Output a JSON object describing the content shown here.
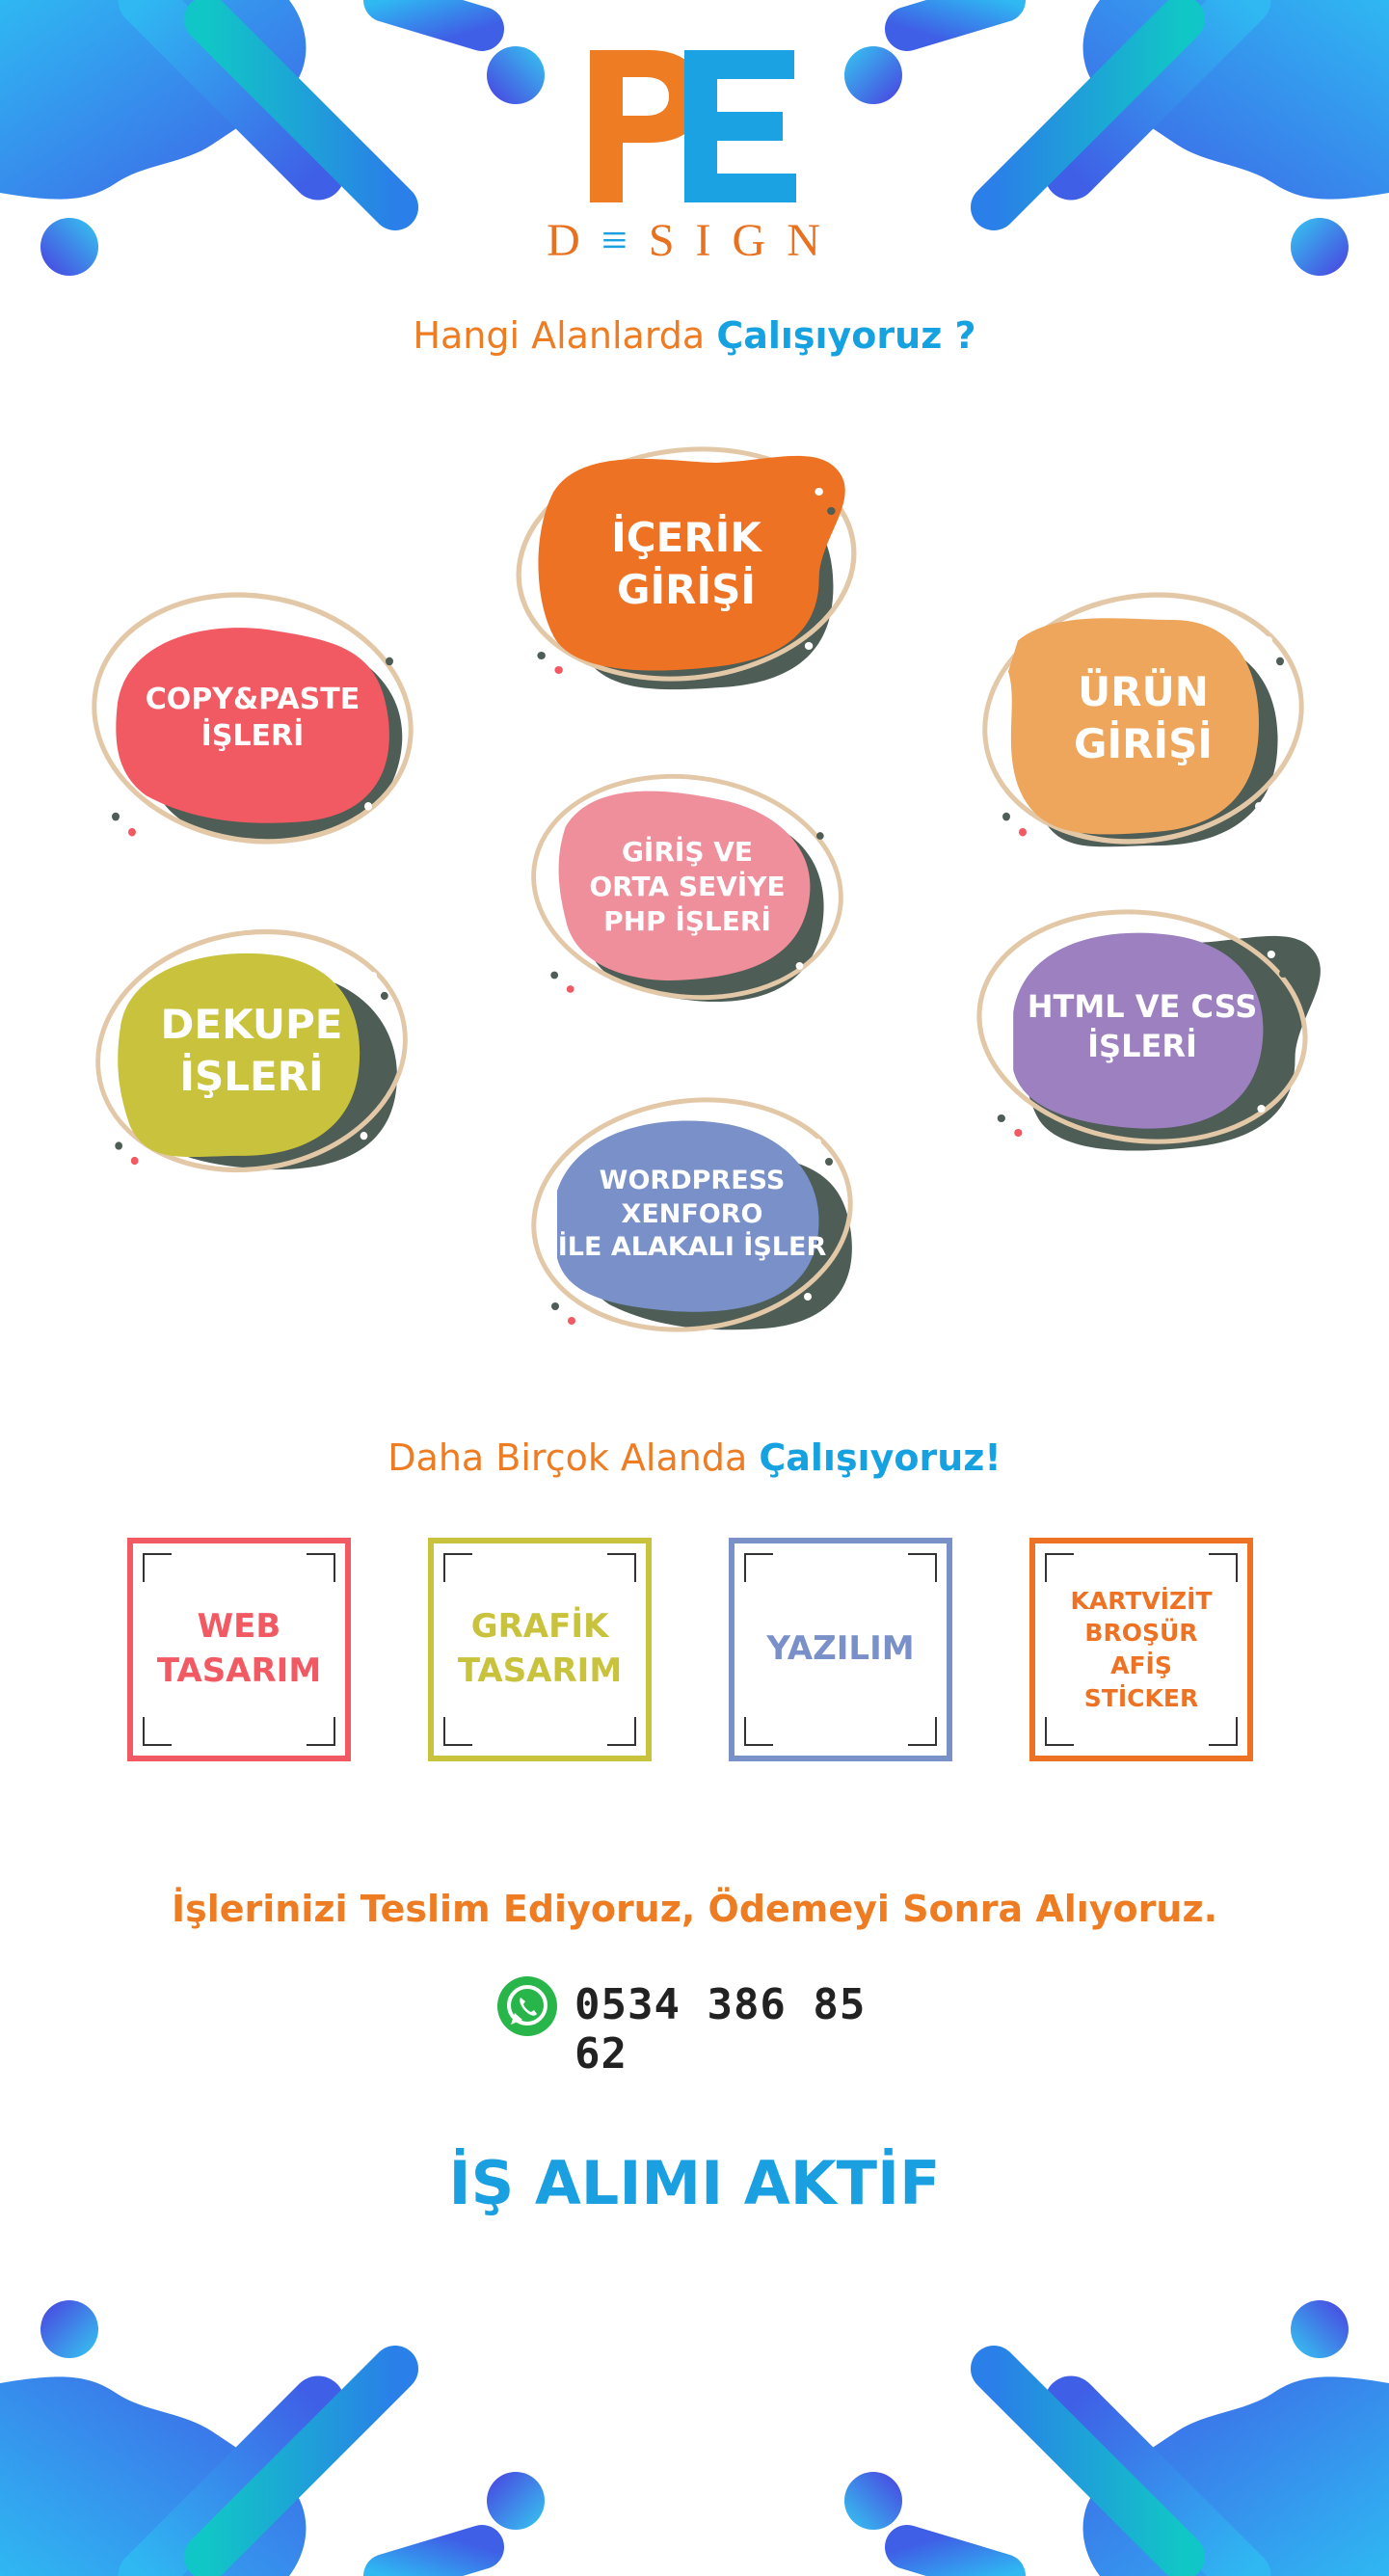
{
  "brand": {
    "logo_letters": "PE",
    "logo_sub_pre": "D",
    "logo_sub_e": "≡",
    "logo_sub_post": "SIGN",
    "colors": {
      "orange": "#ee7c22",
      "blue": "#16a1e0"
    }
  },
  "section1": {
    "prefix": "Hangi Alanlarda",
    "highlight": "Çalışıyoruz ?"
  },
  "blobs": [
    {
      "label": "İÇERİK\nGİRİŞİ",
      "color": "#ee7223"
    },
    {
      "label": "COPY&PASTE\nİŞLERİ",
      "color": "#f15a63"
    },
    {
      "label": "ÜRÜN\nGİRİŞİ",
      "color": "#eea55c"
    },
    {
      "label": "GİRİŞ VE\nORTA SEVİYE\nPHP İŞLERİ",
      "color": "#ef8f9c"
    },
    {
      "label": "DEKUPE\nİŞLERİ",
      "color": "#c8c23c"
    },
    {
      "label": "HTML VE CSS\nİŞLERİ",
      "color": "#9c80c0"
    },
    {
      "label": "WORDPRESS\nXENFORO\nİLE ALAKALI İŞLER",
      "color": "#7990c8"
    }
  ],
  "section2": {
    "prefix": "Daha Birçok Alanda",
    "highlight": "Çalışıyoruz!"
  },
  "services": [
    {
      "label": "WEB\nTASARIM",
      "color": "#f15a63"
    },
    {
      "label": "GRAFİK\nTASARIM",
      "color": "#c8c23c"
    },
    {
      "label": "YAZILIM",
      "color": "#7990c8"
    },
    {
      "label": "KARTVİZİT\nBROŞÜR\nAFİŞ\nSTİCKER",
      "color": "#ee7223"
    }
  ],
  "tagline": "İşlerinizi Teslim Ediyoruz, Ödemeyi Sonra Alıyoruz.",
  "contact": {
    "icon": "whatsapp-icon",
    "phone": "0534 386 85 62"
  },
  "hiring": "İŞ ALIMI AKTİF"
}
